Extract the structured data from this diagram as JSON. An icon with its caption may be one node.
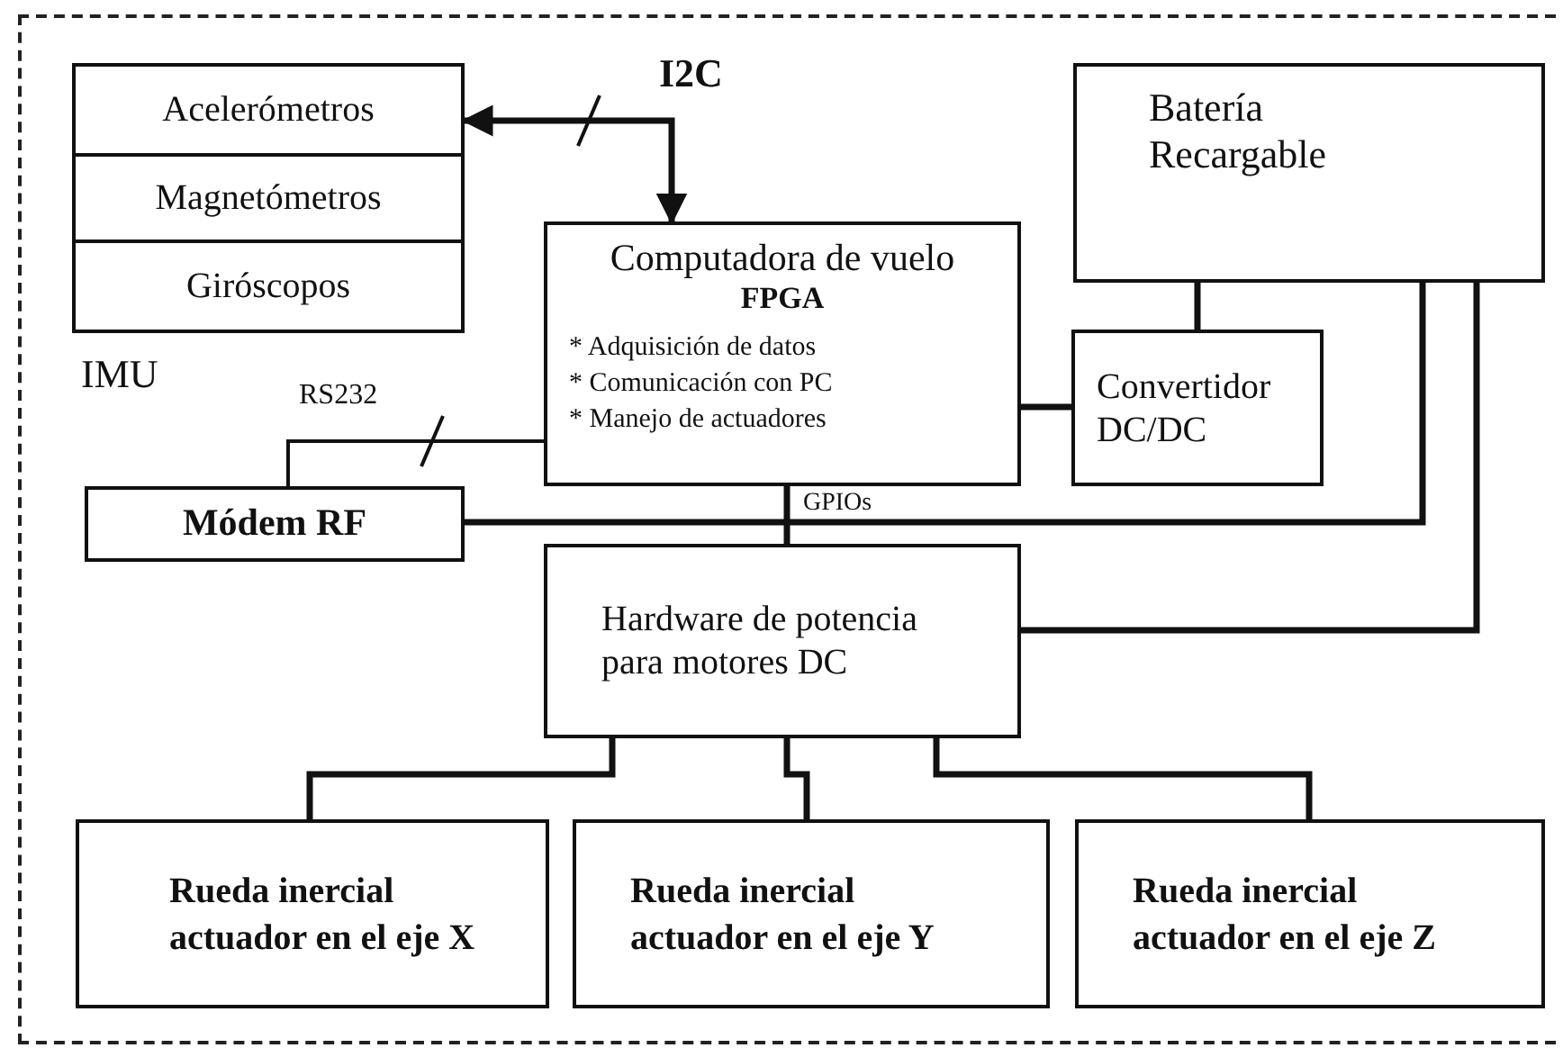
{
  "diagram": {
    "nodes": [
      {
        "text": [
          "IMU"
        ]
      },
      {
        "text": [
          "Acelerómetros"
        ],
        "in": 0
      },
      {
        "text": [
          "Magnetómetros"
        ],
        "in": 0
      },
      {
        "text": [
          "Giróscopos"
        ],
        "in": 0
      },
      {
        "text": [
          "Computadora de vuelo",
          "FPGA",
          "* Adquisición de datos",
          "* Comunicación con PC",
          "* Manejo de actuadores"
        ]
      },
      {
        "text": [
          "Batería Recargable"
        ]
      },
      {
        "text": [
          "Convertidor DC/DC"
        ]
      },
      {
        "text": [
          "Módem RF"
        ]
      },
      {
        "text": [
          "Hardware de potencia para motores DC"
        ]
      },
      {
        "text": [
          "Rueda inercial actuador en el eje X"
        ]
      },
      {
        "text": [
          "Rueda inercial actuador en el eje Y"
        ]
      },
      {
        "text": [
          "Rueda inercial actuador en el eje Z"
        ]
      }
    ],
    "edges": [
      {
        "from": 4,
        "to": 1,
        "arrow": "both",
        "label": "I2C"
      },
      {
        "from": 4,
        "to": 7,
        "arrow": "none",
        "label": "RS232"
      },
      {
        "from": 5,
        "to": 6,
        "arrow": "none"
      },
      {
        "from": 6,
        "to": 4,
        "arrow": "none"
      },
      {
        "from": 5,
        "to": 7,
        "arrow": "none"
      },
      {
        "from": 4,
        "to": 8,
        "arrow": "none",
        "label": "GPIOs"
      },
      {
        "from": 5,
        "to": 8,
        "arrow": "none"
      },
      {
        "from": 8,
        "to": 9,
        "arrow": "none"
      },
      {
        "from": 8,
        "to": 10,
        "arrow": "none"
      },
      {
        "from": 8,
        "to": 11,
        "arrow": "none"
      }
    ]
  }
}
